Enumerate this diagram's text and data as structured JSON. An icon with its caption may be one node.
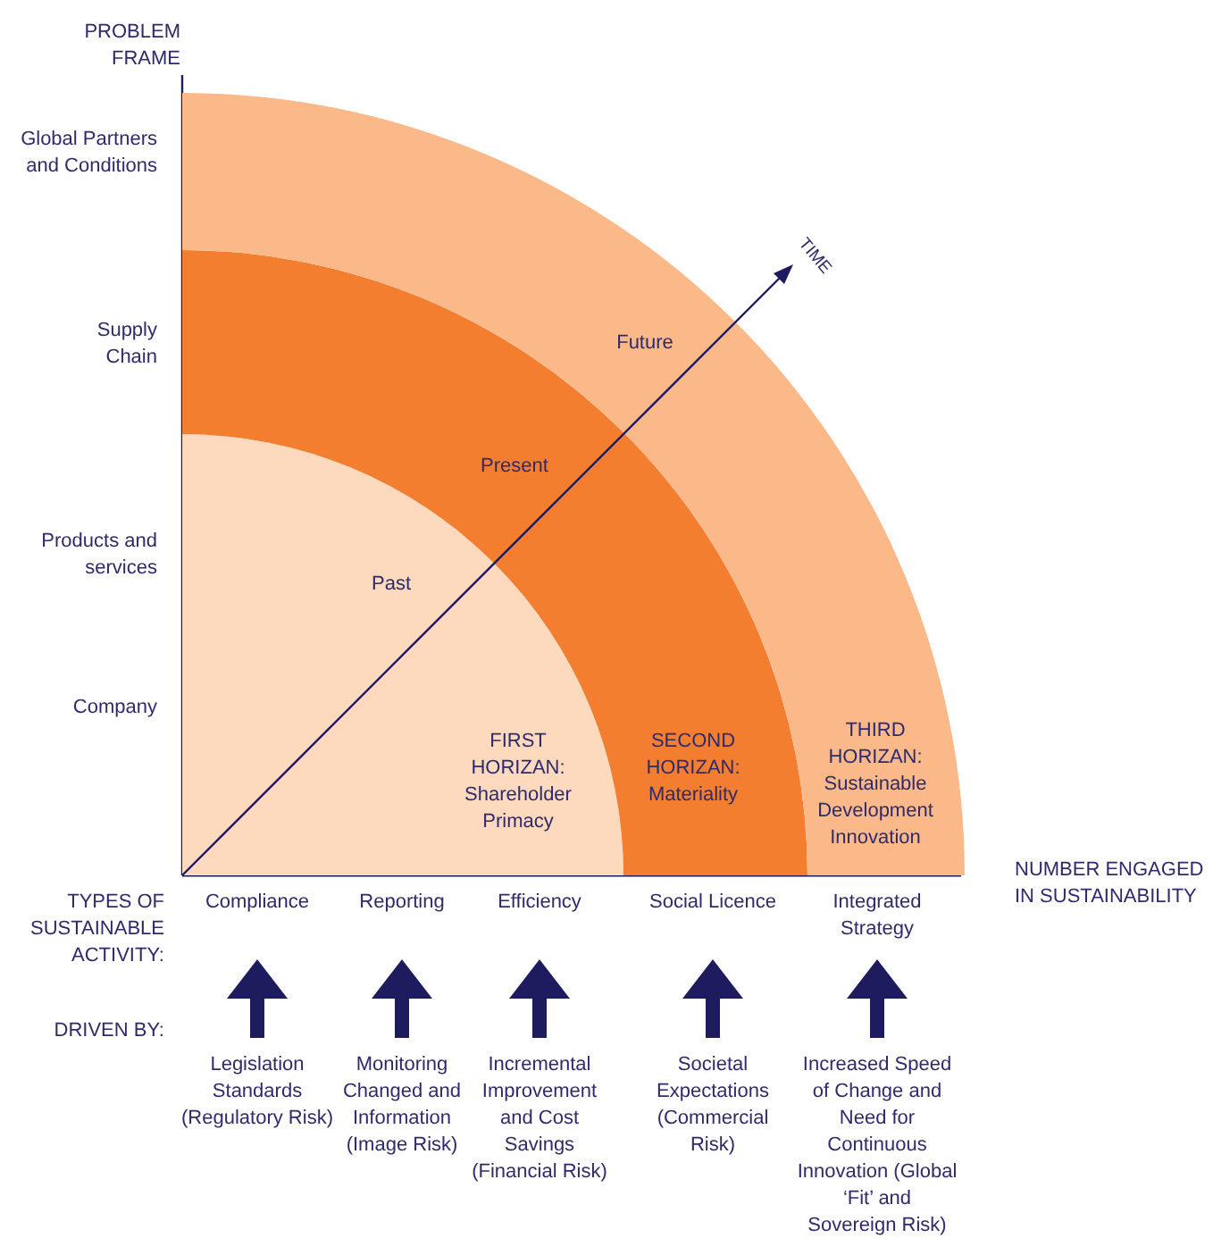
{
  "diagram": {
    "nodes": [
      {
        "text": [
          "Future",
          "THIRD HORIZAN: Sustainable Development Innovation"
        ]
      },
      {
        "text": [
          "Present",
          "SECOND HORIZAN: Materiality"
        ]
      },
      {
        "text": [
          "Past",
          "FIRST HORIZAN: Shareholder Primacy"
        ]
      },
      {
        "text": [
          "Compliance"
        ]
      },
      {
        "text": [
          "Reporting"
        ]
      },
      {
        "text": [
          "Efficiency"
        ]
      },
      {
        "text": [
          "Social Licence"
        ]
      },
      {
        "text": [
          "Integrated Strategy"
        ]
      },
      {
        "text": [
          "Legislation Standards (Regulatory Risk)"
        ]
      },
      {
        "text": [
          "Monitoring Changed and Information (Image Risk)"
        ]
      },
      {
        "text": [
          "Incremental Improvement and Cost Savings (Financial Risk)"
        ]
      },
      {
        "text": [
          "Societal Expectations (Commercial Risk)"
        ]
      },
      {
        "text": [
          "Increased Speed of Change and Need for Continuous Innovation (Global ‘Fit’ and Sovereign Risk)"
        ]
      }
    ],
    "edges": [
      {
        "from": 8,
        "to": 3,
        "arrow": "to"
      },
      {
        "from": 9,
        "to": 4,
        "arrow": "to"
      },
      {
        "from": 10,
        "to": 5,
        "arrow": "to"
      },
      {
        "from": 11,
        "to": 6,
        "arrow": "to"
      },
      {
        "from": 12,
        "to": 7,
        "arrow": "to"
      }
    ],
    "labels": [
      "PROBLEM FRAME",
      "Global Partners and Conditions",
      "Supply Chain",
      "TIME",
      "Products and services",
      "Company",
      "NUMBER ENGAGED IN SUSTAINABILITY",
      "TYPES OF SUSTAINABLE ACTIVITY:",
      "DRIVEN BY:"
    ]
  }
}
